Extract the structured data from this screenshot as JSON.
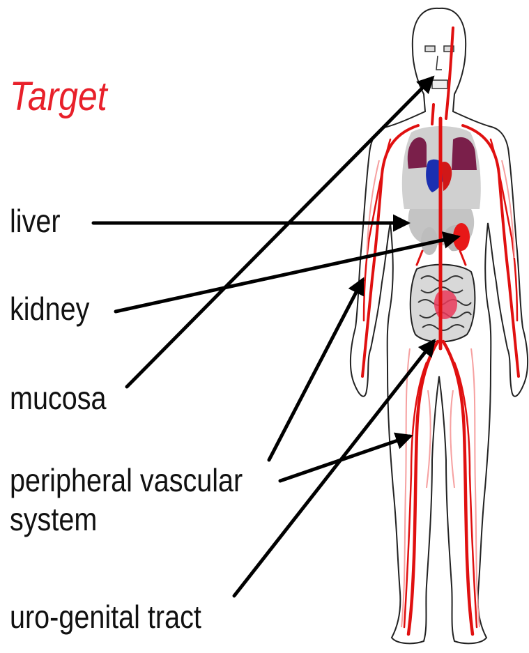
{
  "title": "Target",
  "labels": {
    "liver": "liver",
    "kidney": "kidney",
    "mucosa": "mucosa",
    "vascular_line1": "peripheral vascular",
    "vascular_line2": "system",
    "urogenital": "uro-genital tract"
  },
  "colors": {
    "title": "#e8202a",
    "vessel": "#e01010",
    "vessel_light": "#f6a0a0",
    "organ_gray": "#c8c8c8",
    "lung": "#7a1f4a",
    "heart_blue": "#1a2fb0",
    "outline": "#222222",
    "arrow": "#000000"
  }
}
